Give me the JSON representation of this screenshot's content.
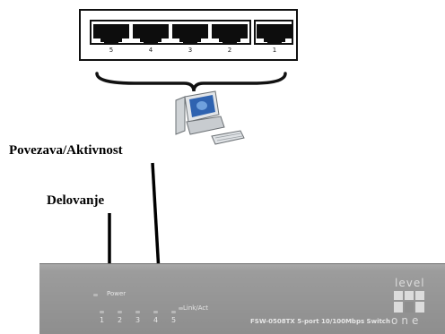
{
  "labels": {
    "link_activity": "Povezava/Aktivnost",
    "operation": "Delovanje"
  },
  "top_switch": {
    "port_numbers": [
      "5",
      "4",
      "3",
      "2",
      "1"
    ]
  },
  "front_panel": {
    "power_label": "Power",
    "link_act_label": "Link/Act",
    "port_led_numbers": [
      "1",
      "2",
      "3",
      "4",
      "5"
    ],
    "model_text": "FSW-0508TX 5-port 10/100Mbps Switch",
    "brand_top": "level",
    "brand_bottom": "one"
  },
  "colors": {
    "panel": "#9c9c9c",
    "panel_text": "#e6e6e6",
    "outline": "#111111"
  }
}
